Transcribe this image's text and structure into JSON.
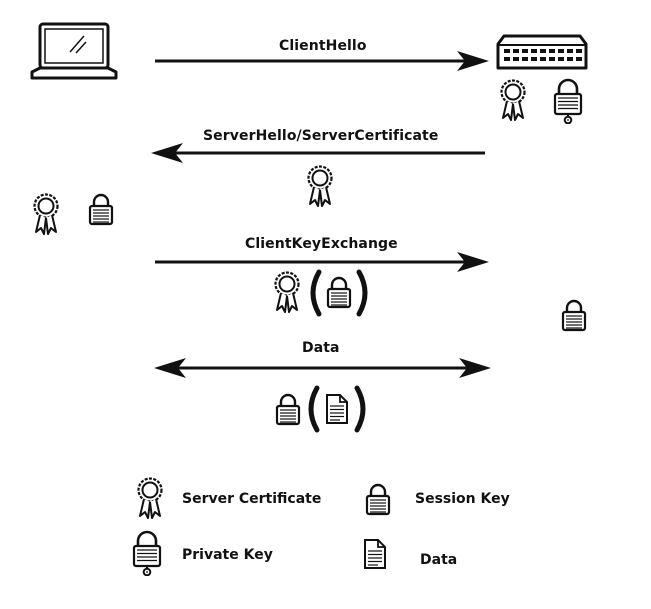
{
  "messages": {
    "client_hello": "ClientHello",
    "server_hello": "ServerHello/ServerCertificate",
    "client_key_exchange": "ClientKeyExchange",
    "data": "Data"
  },
  "legend": {
    "server_certificate": "Server Certificate",
    "session_key": "Session Key",
    "private_key": "Private Key",
    "data": "Data"
  },
  "icons": {
    "client": "laptop-icon",
    "server": "server-icon",
    "certificate": "certificate-icon",
    "session_key": "padlock-icon",
    "private_key": "padlock-keyhole-icon",
    "data": "document-icon"
  },
  "colors": {
    "ink": "#111111",
    "background": "#ffffff"
  }
}
